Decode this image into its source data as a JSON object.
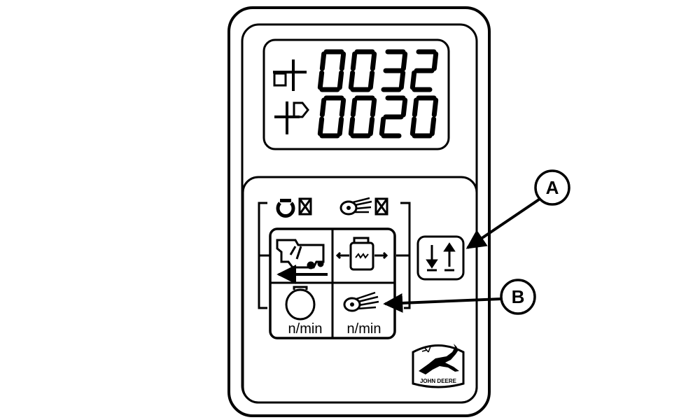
{
  "display": {
    "row1_digits": [
      "0",
      "0",
      "3",
      "2"
    ],
    "row2_digits": [
      "0",
      "0",
      "2",
      "0"
    ],
    "row1_icon": "ground-speed-icon",
    "row2_icon": "area-counter-icon"
  },
  "status_indicators": [
    {
      "icon": "engine-icon",
      "marker": "crossed-box-icon"
    },
    {
      "icon": "threshing-drum-icon",
      "marker": "crossed-box-icon"
    }
  ],
  "function_grid": {
    "cells": [
      {
        "icon": "combine-travel-icon",
        "text": ""
      },
      {
        "icon": "grain-tank-icon",
        "text": ""
      },
      {
        "icon": "engine-icon",
        "text": "n/min"
      },
      {
        "icon": "threshing-drum-icon",
        "text": "n/min"
      }
    ]
  },
  "toggle_button": {
    "icon": "down-up-arrows-icon"
  },
  "callouts": [
    {
      "letter": "A",
      "target": "toggle-button"
    },
    {
      "letter": "B",
      "target": "drum-speed-cell"
    }
  ],
  "logo": {
    "text": "JOHN DEERE",
    "icon": "leaping-deer-icon"
  },
  "colors": {
    "ink": "#000000",
    "paper": "#ffffff"
  }
}
